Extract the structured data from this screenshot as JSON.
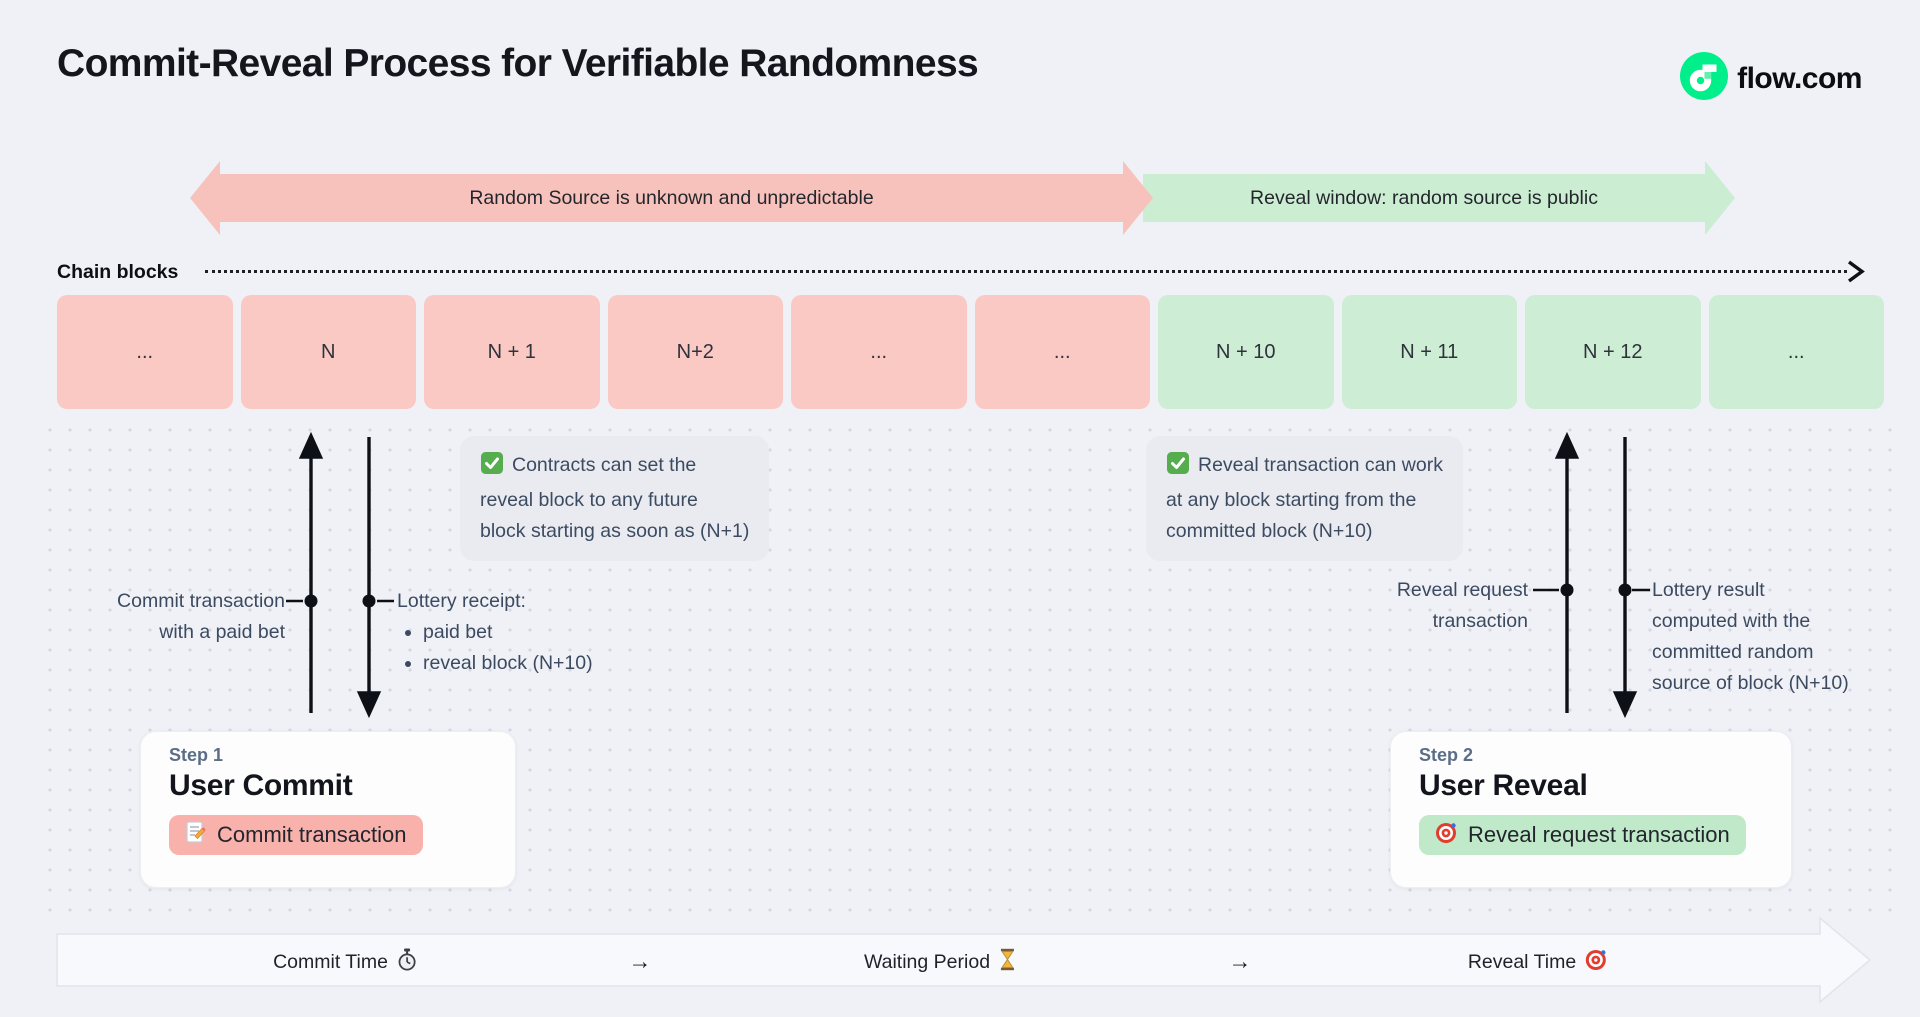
{
  "header": {
    "title": "Commit-Reveal Process for Verifiable Randomness",
    "brand": "flow.com",
    "logo_icon": "flow-logo-icon",
    "logo_color": "#00EF8B"
  },
  "banner": {
    "commit_phase": {
      "label": "Random Source is unknown and unpredictable",
      "color": "#f8c2bc"
    },
    "reveal_phase": {
      "label": "Reveal window: random source is public",
      "color": "#cbedd2"
    }
  },
  "chain": {
    "label": "Chain blocks",
    "blocks": [
      {
        "label": "...",
        "phase": "commit"
      },
      {
        "label": "N",
        "phase": "commit"
      },
      {
        "label": "N + 1",
        "phase": "commit"
      },
      {
        "label": "N+2",
        "phase": "commit"
      },
      {
        "label": "...",
        "phase": "commit"
      },
      {
        "label": "...",
        "phase": "commit"
      },
      {
        "label": "N + 10",
        "phase": "reveal"
      },
      {
        "label": "N + 11",
        "phase": "reveal"
      },
      {
        "label": "N + 12",
        "phase": "reveal"
      },
      {
        "label": "...",
        "phase": "reveal"
      }
    ],
    "commit_color": "#fbc9c4",
    "reveal_color": "#cdeed4"
  },
  "notes": [
    {
      "icon": "check-icon",
      "lines": [
        "Contracts can set the",
        "reveal block to any future",
        "block starting as soon as (N+1)"
      ]
    },
    {
      "icon": "check-icon",
      "lines": [
        "Reveal transaction can work",
        "at any block starting from the",
        "committed block (N+10)"
      ]
    }
  ],
  "annotations": {
    "commit_tx": {
      "lines": [
        "Commit transaction",
        "with a paid bet"
      ]
    },
    "lottery_receipt": {
      "title": "Lottery receipt:",
      "bullets": [
        "paid bet",
        "reveal block (N+10)"
      ]
    },
    "reveal_request": {
      "lines": [
        "Reveal request",
        "transaction"
      ]
    },
    "lottery_result": {
      "lines": [
        "Lottery result",
        "computed with the",
        "committed random",
        "source of block (N+10)"
      ]
    }
  },
  "steps": [
    {
      "step_label": "Step 1",
      "title": "User Commit",
      "button": {
        "icon": "memo-icon",
        "label": "Commit transaction",
        "color": "#f9b1ab"
      }
    },
    {
      "step_label": "Step 2",
      "title": "User Reveal",
      "button": {
        "icon": "target-icon",
        "label": "Reveal request transaction",
        "color": "#bfe9c8"
      }
    }
  ],
  "timeline": {
    "items": [
      {
        "label": "Commit Time",
        "icon": "stopwatch-icon"
      },
      {
        "label": "→"
      },
      {
        "label": "Waiting Period",
        "icon": "hourglass-icon"
      },
      {
        "label": "→"
      },
      {
        "label": "Reveal Time",
        "icon": "target-icon"
      }
    ]
  },
  "colors": {
    "background": "#eff1f6",
    "note_background": "#e9ebf1",
    "card_background": "#fdfdfe",
    "ink": "#14161d",
    "slate_text": "#3d4b61",
    "arrow_stroke": "#0d1016"
  }
}
